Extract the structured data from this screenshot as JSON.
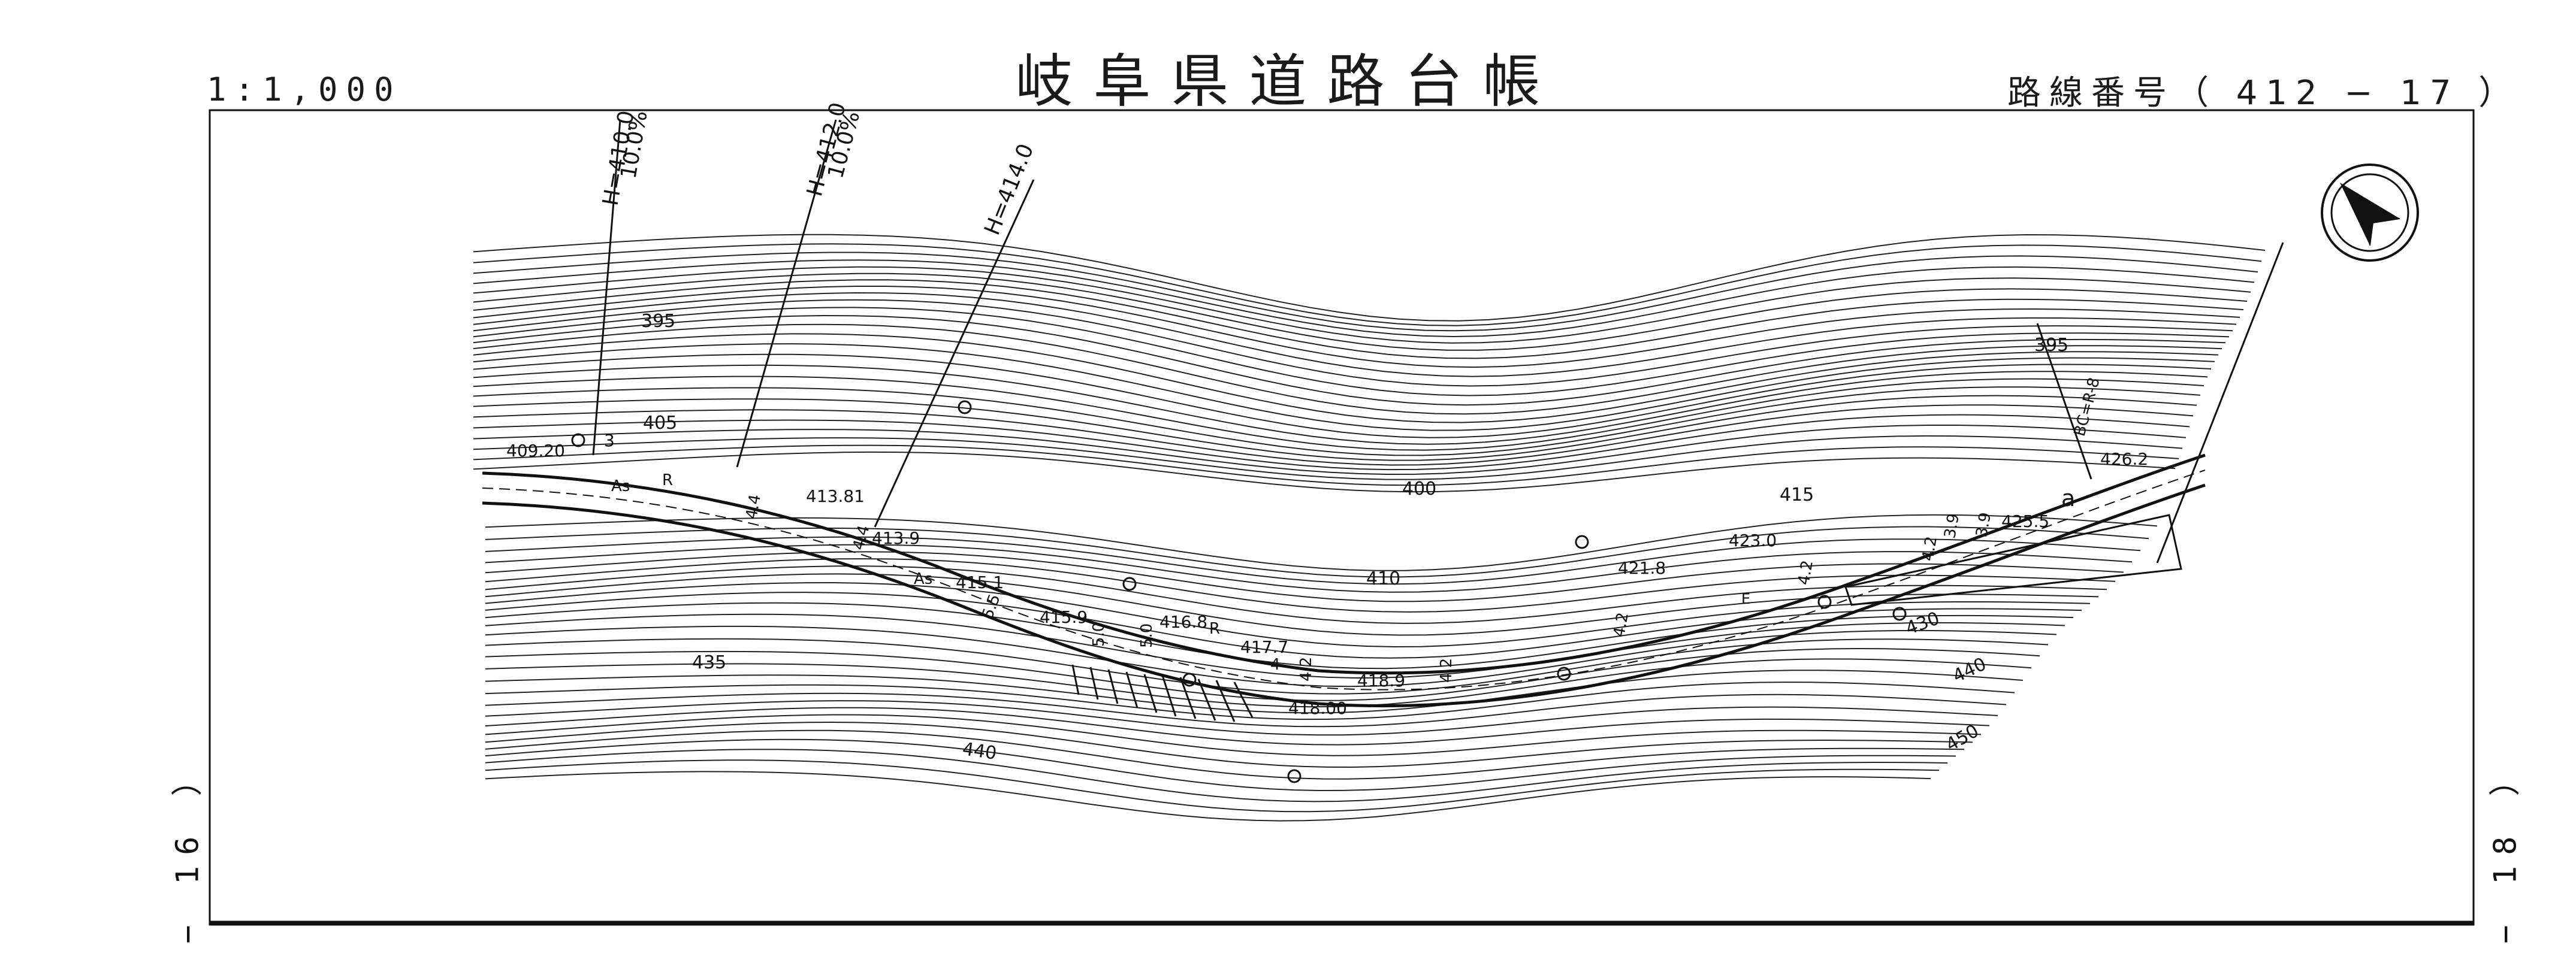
{
  "header": {
    "title": "岐阜県道路台帳",
    "scale": "1:1,000",
    "route_number": "路線番号（ 412 − 17 ）"
  },
  "page_refs": {
    "left": "− 16 ）",
    "right": "− 18 ）"
  },
  "compass": {
    "icon": "north-arrow-icon"
  },
  "map": {
    "grade_lines": [
      {
        "height": "H=410.0",
        "grade": "10.0%"
      },
      {
        "height": "H=412.0",
        "grade": "10.0%"
      },
      {
        "height": "H=414.0",
        "grade": ""
      }
    ],
    "contour_labels": [
      "395",
      "405",
      "435",
      "440",
      "400",
      "410",
      "415",
      "395",
      "430",
      "440",
      "450"
    ],
    "road_elevations": [
      "409.20",
      "413.81",
      "413.9",
      "415.1",
      "415.9",
      "416.8",
      "417.7",
      "418.9",
      "418.00",
      "421.8",
      "423.0",
      "425.5",
      "426.2"
    ],
    "widths": [
      "4.4",
      "4.4",
      "5.5",
      "5.0",
      "5.0",
      "4.2",
      "4.2",
      "4.2",
      "4.2",
      "4.2",
      "3.9",
      "3.9"
    ],
    "surface_labels": [
      "As",
      "As",
      "R",
      "R",
      "a"
    ],
    "misc_labels": [
      "3",
      "4",
      "BC=R-8",
      "E"
    ]
  }
}
